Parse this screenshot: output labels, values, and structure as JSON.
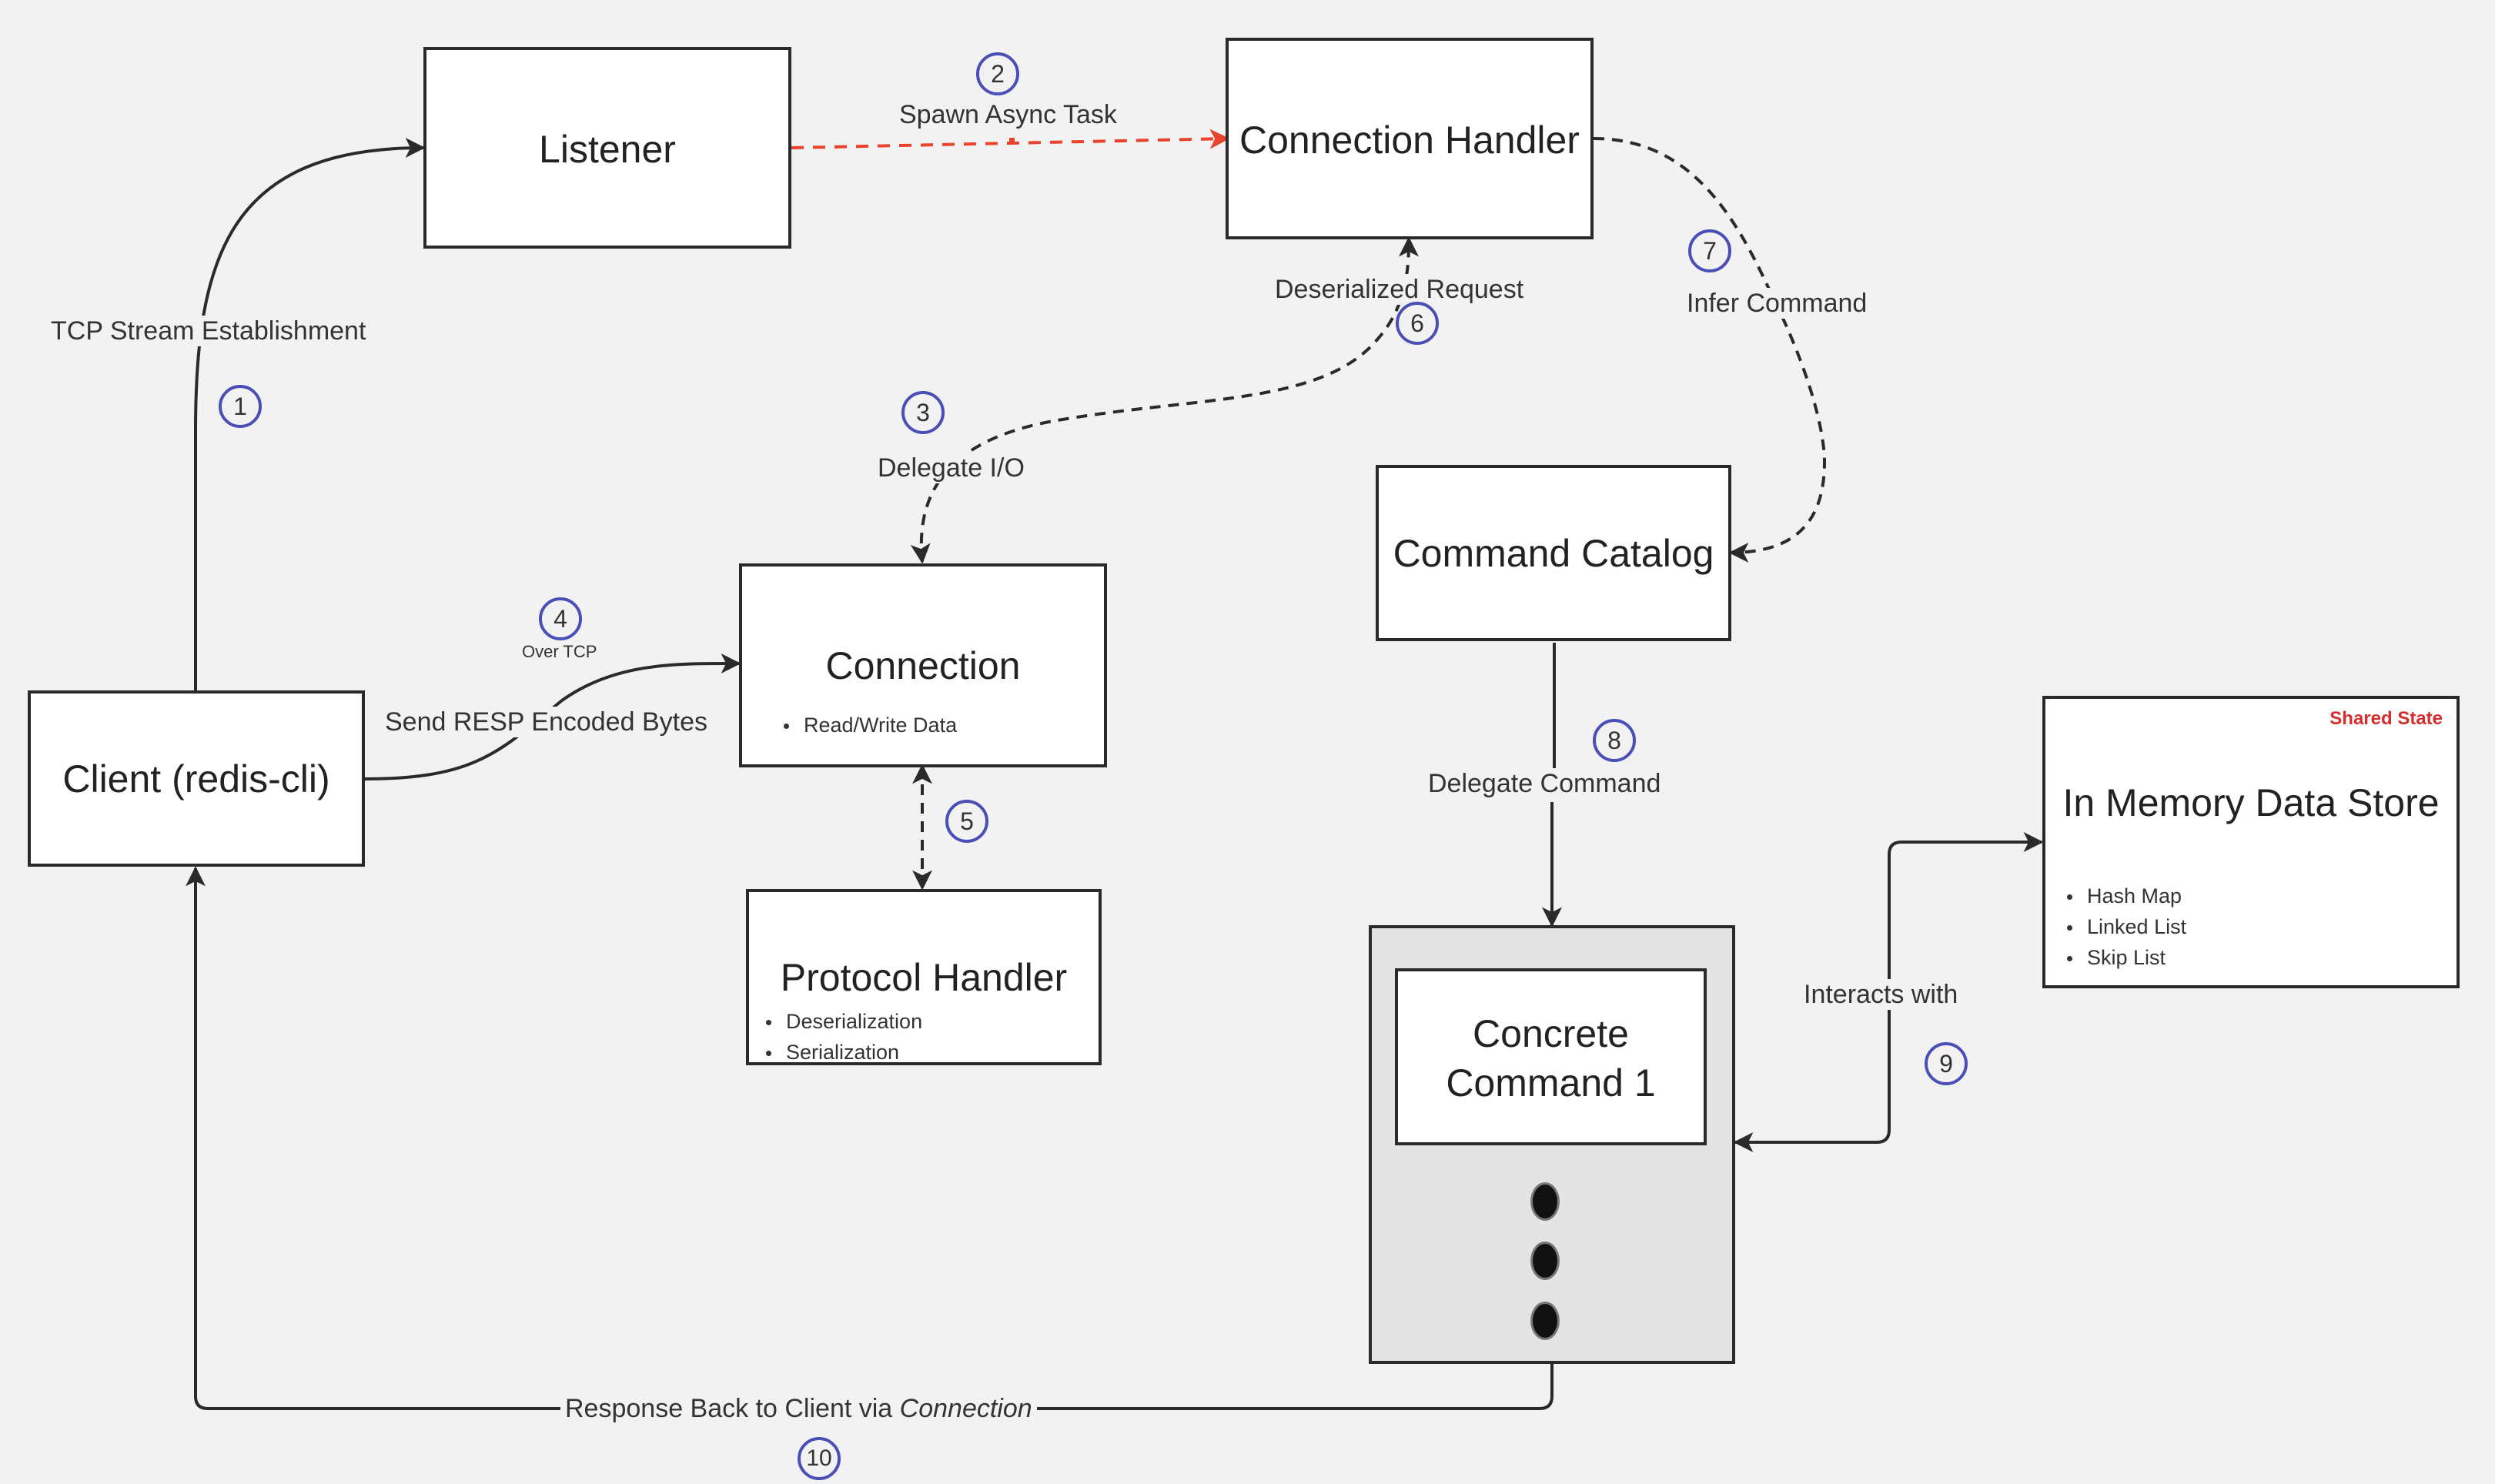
{
  "nodes": {
    "listener": {
      "title": "Listener"
    },
    "connection_handler": {
      "title": "Connection Handler"
    },
    "command_catalog": {
      "title": "Command Catalog"
    },
    "connection": {
      "title": "Connection",
      "bullets": [
        "Read/Write Data"
      ]
    },
    "protocol_handler": {
      "title": "Protocol Handler",
      "bullets": [
        "Deserialization",
        "Serialization"
      ]
    },
    "client": {
      "title": "Client (redis-cli)"
    },
    "concrete_command": {
      "title_line1": "Concrete",
      "title_line2": "Command 1"
    },
    "data_store": {
      "title": "In Memory Data Store",
      "tag": "Shared State",
      "bullets": [
        "Hash Map",
        "Linked List",
        "Skip List"
      ]
    }
  },
  "edges": {
    "tcp_stream": {
      "label": "TCP Stream Establishment",
      "step": "1"
    },
    "spawn_async": {
      "label": "Spawn Async Task",
      "step": "2"
    },
    "delegate_io": {
      "label": "Delegate I/O",
      "step": "3"
    },
    "send_resp": {
      "label": "Send RESP Encoded Bytes",
      "step": "4",
      "note": "Over TCP"
    },
    "protocol_link": {
      "step": "5"
    },
    "deserialized_request": {
      "label": "Deserialized Request",
      "step": "6"
    },
    "infer_command": {
      "label": "Infer Command",
      "step": "7"
    },
    "delegate_command": {
      "label": "Delegate Command",
      "step": "8"
    },
    "interacts_with": {
      "label": "Interacts with",
      "step": "9"
    },
    "response_back": {
      "label_prefix": "Response Back to Client via ",
      "label_emphasis": "Connection",
      "step": "10"
    }
  },
  "colors": {
    "background": "#f2f2f2",
    "box_border": "#2a2a2a",
    "badge_border": "#4a4fb5",
    "highlight_arrow": "#e8432d",
    "shared_state_tag": "#d32f2f",
    "container_fill": "#e4e4e4"
  }
}
